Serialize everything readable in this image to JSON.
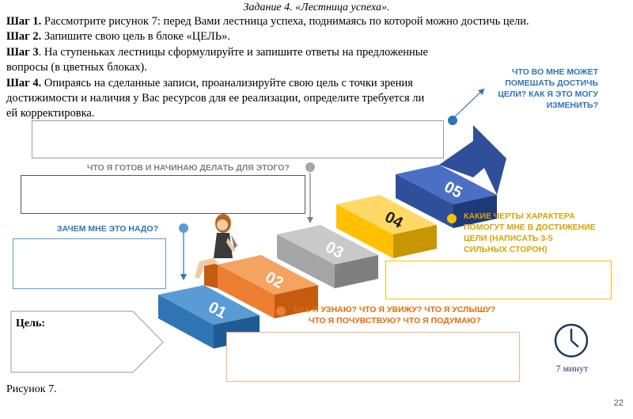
{
  "task": {
    "title": "Задание 4. «Лестница успеха»."
  },
  "steps": [
    {
      "label": "Шаг 1.",
      "text": " Рассмотрите рисунок 7: перед Вами лестница успеха, поднимаясь по которой можно достичь цели."
    },
    {
      "label": "Шаг 2.",
      "text": " Запишите свою цель в блоке «ЦЕЛЬ»."
    },
    {
      "label": "Шаг 3",
      "text": ". На ступеньках лестницы сформулируйте и запишите ответы на предложенные"
    },
    {
      "label": "",
      "text": "вопросы (в цветных блоках)."
    },
    {
      "label": "Шаг 4.",
      "text": "  Опираясь на сделанные записи, проанализируйте свою цель с точки зрения"
    },
    {
      "label": "",
      "text": "достижимости и наличия у Вас ресурсов для ее реализации, определите требуется ли"
    },
    {
      "label": "",
      "text": "ей корректировка."
    }
  ],
  "questions": {
    "q_top": [
      "ЧТО ВО МНЕ МОЖЕТ",
      "ПОМЕШАТЬ ДОСТИЧЬ",
      "ЦЕЛИ? КАК Я ЭТО МОГУ",
      "ИЗМЕНИТЬ?"
    ],
    "q_grey": "ЧТО Я ГОТОВ И НАЧИНАЮ ДЕЛАТЬ ДЛЯ ЭТОГО?",
    "q_blue": "ЗАЧЕМ МНЕ ЭТО НАДО?",
    "q_yellow": [
      "КАКИЕ ЧЕРТЫ ХАРАКТЕРА",
      "ПОМОГУТ МНЕ В ДОСТИЖЕНИЕ",
      "ЦЕЛИ (НАПИСАТЬ 3-5",
      "СИЛЬНЫХ СТОРОН)"
    ],
    "q_orange": [
      "КАК Я УЗНАЮ? ЧТО Я УВИЖУ? ЧТО Я УСЛЫШУ?",
      "ЧТО Я ПОЧУВСТВУЮ? ЧТО Я ПОДУМАЮ?"
    ]
  },
  "stairs": {
    "step1": "01",
    "step2": "02",
    "step3": "03",
    "step4": "04",
    "step5": "05"
  },
  "goal": {
    "label": "Цель:"
  },
  "timer": {
    "text": "7 минут"
  },
  "caption": "Рисунок 7.",
  "page_number": "22",
  "colors": {
    "blue": "#2e75b6",
    "orange": "#ed7d31",
    "grey": "#a5a5a5",
    "yellow": "#ffc000",
    "navy": "#2f4f9a"
  }
}
